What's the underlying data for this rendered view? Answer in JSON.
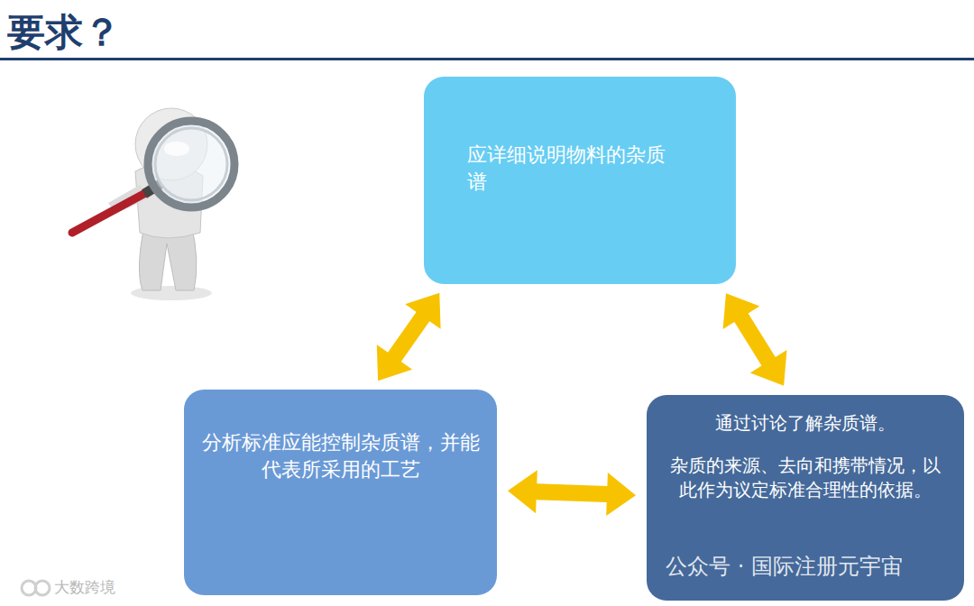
{
  "diagram": {
    "title": "要求？",
    "nodes": [
      {
        "text": [
          "应详细说明物料的杂质谱"
        ]
      },
      {
        "text": [
          "分析标准应能控制杂质谱，并能代表所采用的工艺"
        ]
      },
      {
        "text": [
          "通过讨论了解杂质谱。",
          "杂质的来源、去向和携带情况，以此作为议定标准合理性的依据。"
        ]
      }
    ],
    "edges": [
      {
        "from": 0,
        "to": 1,
        "arrow": "both"
      },
      {
        "from": 0,
        "to": 2,
        "arrow": "both"
      },
      {
        "from": 1,
        "to": 2,
        "arrow": "both"
      }
    ],
    "labels": [
      "公众号 · 国际注册元宇宙",
      "大数跨境"
    ]
  }
}
